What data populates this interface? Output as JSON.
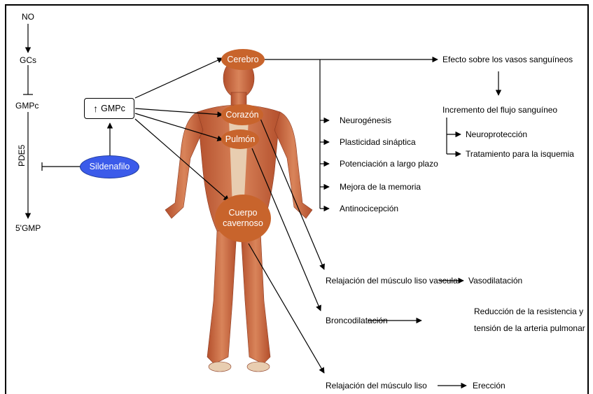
{
  "pathway": {
    "no": "NO",
    "gcs": "GCs",
    "gmpc": "GMPc",
    "pde5": "PDE5",
    "five_gmp": "5'GMP"
  },
  "gmpc_box": {
    "arrow_glyph": "↑",
    "label": "GMPc"
  },
  "drug": {
    "label": "Sildenafilo",
    "color": "#3b5bea"
  },
  "organs": {
    "cerebro": "Cerebro",
    "corazon": "Corazón",
    "pulmon": "Pulmón",
    "cuerpo_line1": "Cuerpo",
    "cuerpo_line2": "cavernoso",
    "color": "#c8642c"
  },
  "brain_effects": [
    "Neurogénesis",
    "Plasticidad sináptica",
    "Potenciación a largo plazo",
    "Mejora de la memoria",
    "Antinocicepción"
  ],
  "vessels": {
    "effect": "Efecto sobre los vasos sanguíneos",
    "flow": "Incremento del flujo sanguíneo",
    "neuro": "Neuroprotección",
    "isch": "Tratamiento para la isquemia"
  },
  "heart": {
    "relax": "Relajación del músculo liso vascular",
    "vaso": "Vasodilatación"
  },
  "lung": {
    "broncho": "Broncodilatación",
    "red1": "Reducción de la resistencia y",
    "red2": "tensión de la arteria pulmonar"
  },
  "cavernous": {
    "relax": "Relajación del músculo liso",
    "erection": "Erección"
  }
}
